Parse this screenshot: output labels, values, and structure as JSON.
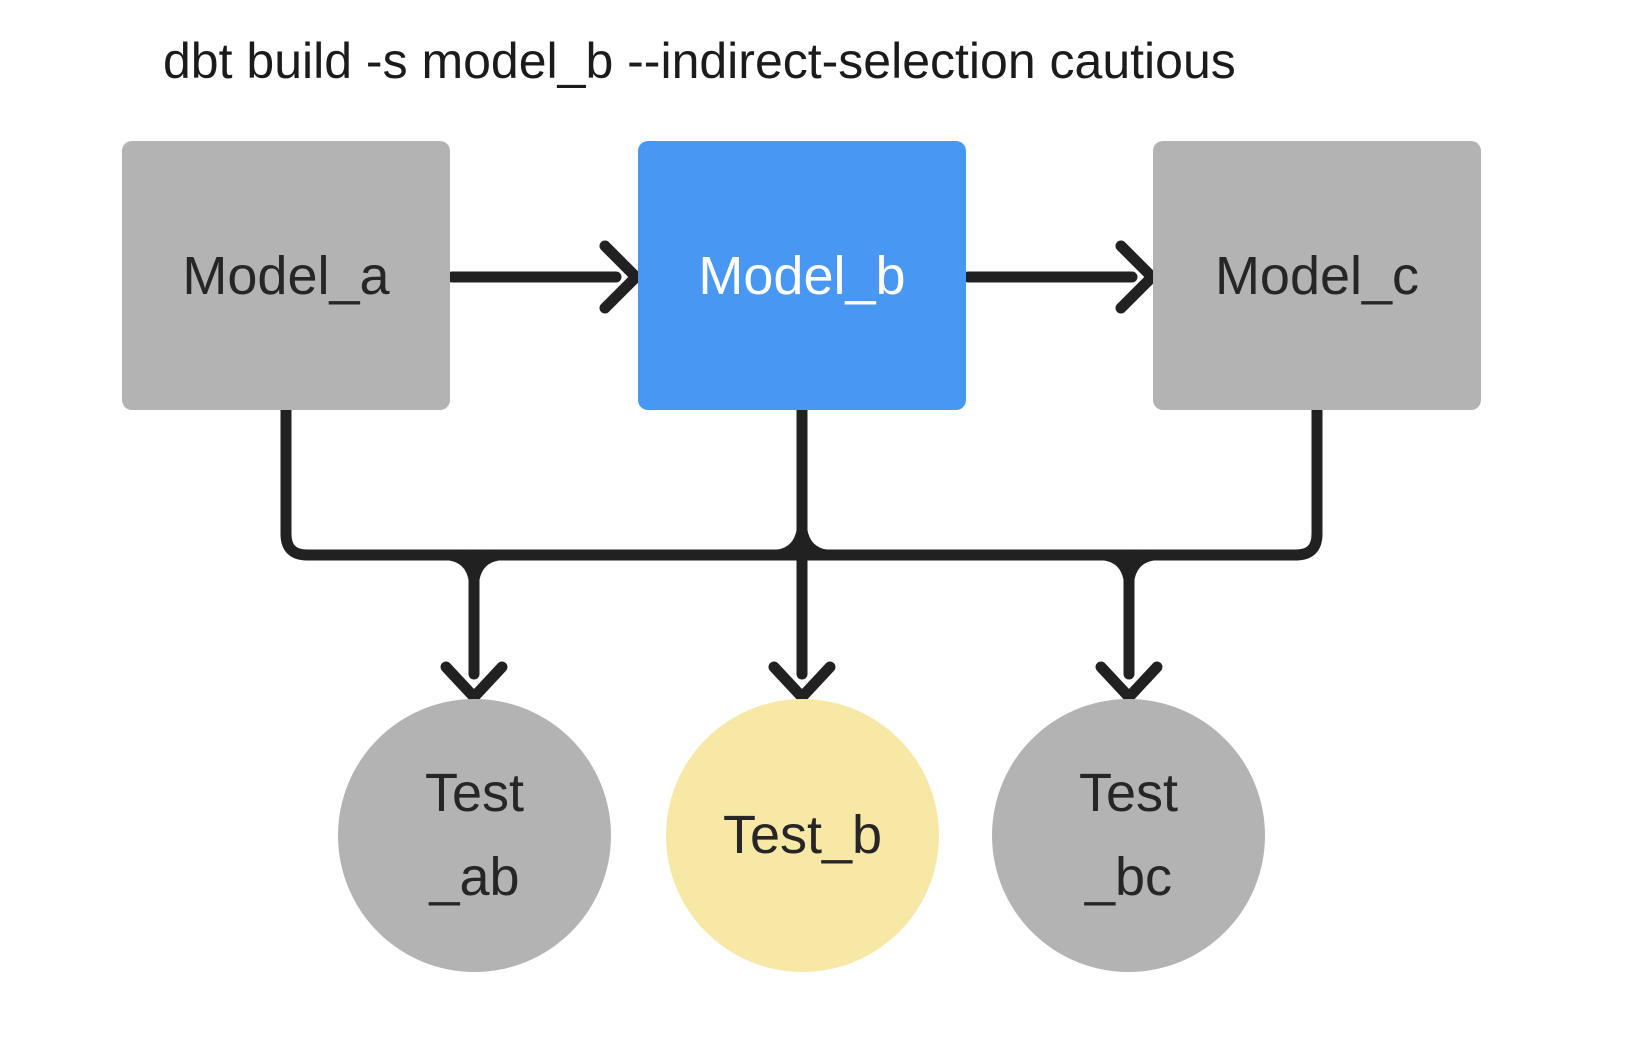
{
  "title": "dbt build -s model_b --indirect-selection cautious",
  "diagram": {
    "models": [
      {
        "id": "model_a",
        "label": "Model_a",
        "selected": false
      },
      {
        "id": "model_b",
        "label": "Model_b",
        "selected": true
      },
      {
        "id": "model_c",
        "label": "Model_c",
        "selected": false
      }
    ],
    "tests": [
      {
        "id": "test_ab",
        "label": "Test\n_ab",
        "selected": false
      },
      {
        "id": "test_b",
        "label": "Test_b",
        "selected": true
      },
      {
        "id": "test_bc",
        "label": "Test\n_bc",
        "selected": false
      }
    ],
    "edges": [
      {
        "from": "model_a",
        "to": "model_b"
      },
      {
        "from": "model_b",
        "to": "model_c"
      },
      {
        "from": "model_a",
        "to": "tests_bus"
      },
      {
        "from": "model_b",
        "to": "tests_bus"
      },
      {
        "from": "model_c",
        "to": "tests_bus"
      },
      {
        "from": "tests_bus",
        "to": "test_ab"
      },
      {
        "from": "tests_bus",
        "to": "test_b"
      },
      {
        "from": "tests_bus",
        "to": "test_bc"
      }
    ]
  },
  "colors": {
    "selected_model_fill": "#4897f2",
    "selected_model_text": "#ffffff",
    "selected_test_fill": "#f8e8a6",
    "unselected_fill": "#b3b3b3",
    "node_text": "#262626",
    "connector": "#212121",
    "title_text": "#1b1b1b",
    "background": "#ffffff"
  }
}
